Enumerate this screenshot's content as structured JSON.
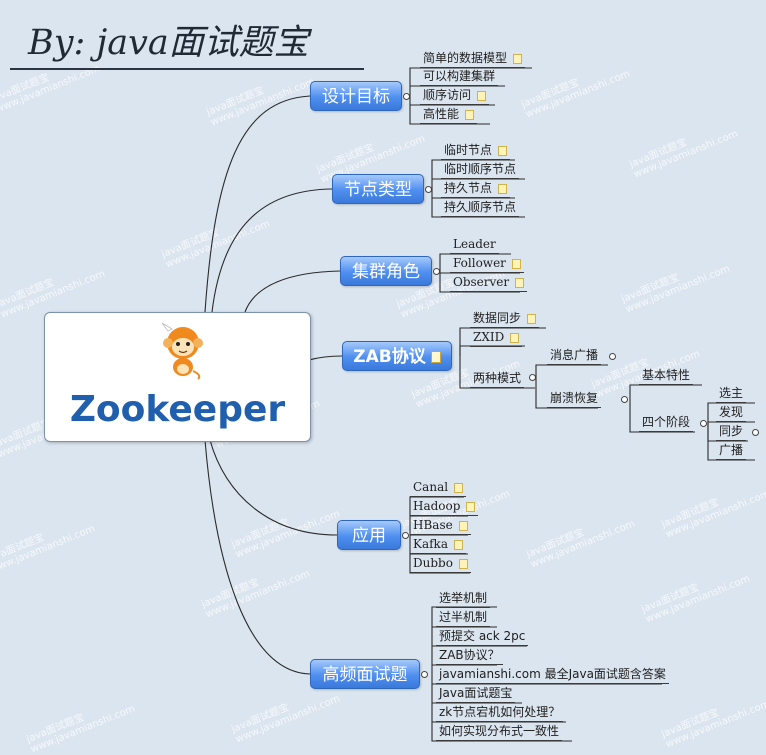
{
  "header": {
    "title": "By: java面试题宝"
  },
  "root": {
    "title": "Zookeeper"
  },
  "branches": [
    {
      "label": "设计目标",
      "children": [
        "简单的数据模型",
        "可以构建集群",
        "顺序访问",
        "高性能"
      ]
    },
    {
      "label": "节点类型",
      "children": [
        "临时节点",
        "临时顺序节点",
        "持久节点",
        "持久顺序节点"
      ]
    },
    {
      "label": "集群角色",
      "children": [
        "Leader",
        "Follower",
        "Observer"
      ]
    },
    {
      "label": "ZAB协议",
      "children": [
        "数据同步",
        "ZXID",
        "两种模式"
      ]
    },
    {
      "label": "应用",
      "children": [
        "Canal",
        "Hadoop",
        "HBase",
        "Kafka",
        "Dubbo"
      ]
    },
    {
      "label": "高频面试题",
      "children": [
        "选举机制",
        "过半机制",
        "预提交 ack 2pc",
        "ZAB协议？",
        "javamianshi.com  最全Java面试题含答案",
        "Java面试题宝",
        "zk节点宕机如何处理？",
        "如何实现分布式一致性"
      ]
    }
  ],
  "zab_modes": [
    "消息广播",
    "崩溃恢复"
  ],
  "crash_recovery": [
    "基本特性",
    "四个阶段"
  ],
  "four_phases": [
    "选主",
    "发现",
    "同步",
    "广播"
  ],
  "watermark": {
    "line1": "java面试题宝",
    "line2": "www.javamianshi.com"
  },
  "colors": {
    "background": "#dbe5ef",
    "branch": "#4f8ff0",
    "title": "#1f5fae",
    "mascot": "#f08a1e"
  }
}
